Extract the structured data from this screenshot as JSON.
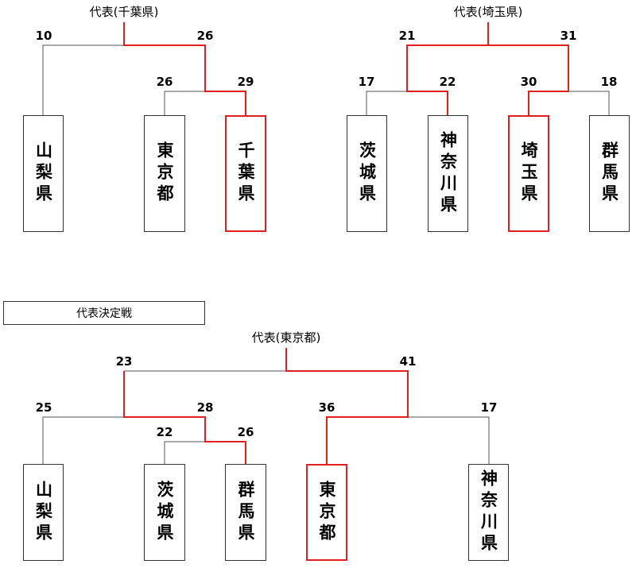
{
  "colors": {
    "winner": "#e02020",
    "line": "#555555",
    "box_border": "#333333"
  },
  "brackets": [
    {
      "champion_label": "代表(千葉県)",
      "scores": [
        "10",
        "26",
        "26",
        "29"
      ],
      "teams": [
        "山梨県",
        "東京都",
        "千葉県"
      ],
      "winner": "千葉県"
    },
    {
      "champion_label": "代表(埼玉県)",
      "scores": [
        "21",
        "31",
        "17",
        "22",
        "30",
        "18"
      ],
      "teams": [
        "茨城県",
        "神奈川県",
        "埼玉県",
        "群馬県"
      ],
      "winner": "埼玉県"
    },
    {
      "section_title": "代表決定戦",
      "champion_label": "代表(東京都)",
      "scores": [
        "23",
        "41",
        "25",
        "28",
        "22",
        "26",
        "36",
        "17"
      ],
      "teams": [
        "山梨県",
        "茨城県",
        "群馬県",
        "東京都",
        "神奈川県"
      ],
      "winner": "東京都"
    }
  ]
}
